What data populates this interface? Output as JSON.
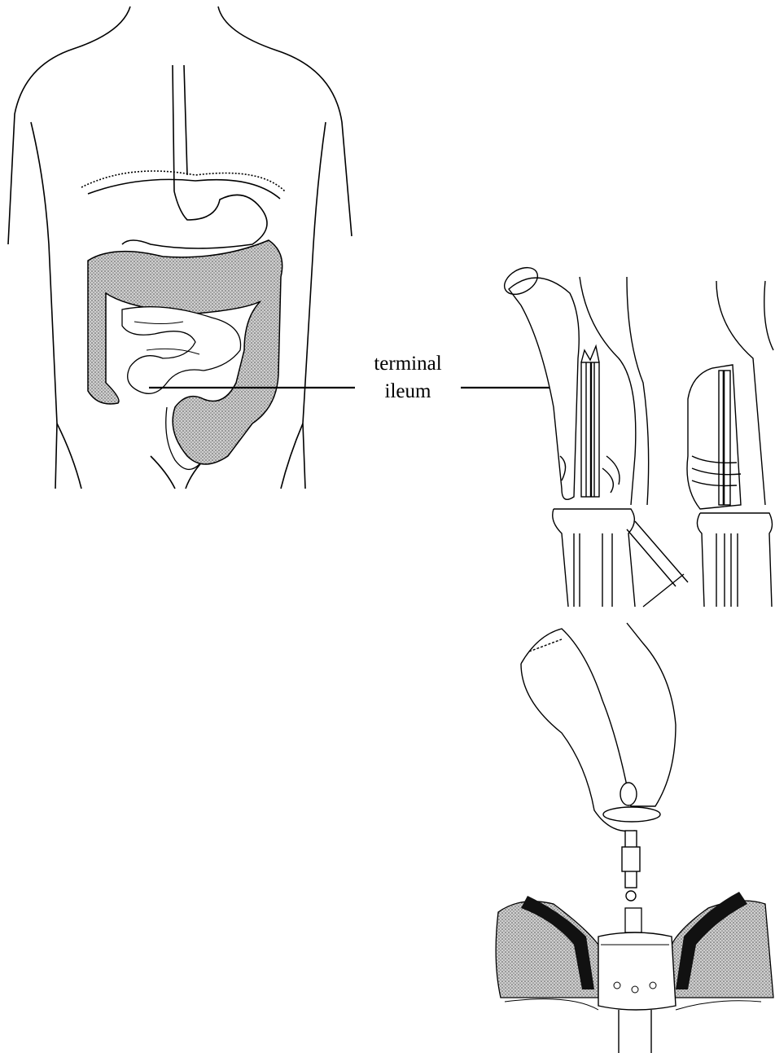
{
  "label": {
    "line1": "terminal",
    "line2": "ileum"
  },
  "colors": {
    "ink": "#000000",
    "colon_fill": "#b8b8b8",
    "background": "#ffffff"
  },
  "panels": [
    "torso-abdomen-illustration",
    "ileum-stapler-closed",
    "ileum-stapler-open",
    "anvil-insertion-anastomosis"
  ]
}
